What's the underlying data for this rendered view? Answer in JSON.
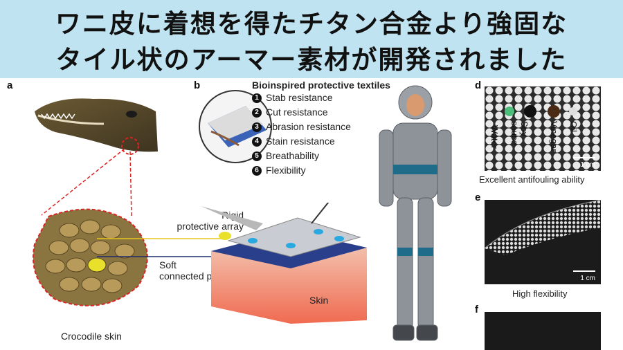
{
  "banner": {
    "line1": "ワニ皮に着想を得たチタン合金より強固な",
    "line2": "タイル状のアーマー素材が開発されました",
    "background": "#bfe3f0"
  },
  "figure": {
    "panel_labels": {
      "a": "a",
      "b": "b",
      "d": "d",
      "e": "e",
      "f": "f"
    },
    "crocodile_caption": "Crocodile skin",
    "rigid_label_line1": "Rigid",
    "rigid_label_line2": "protective array",
    "soft_label_line1": "Soft",
    "soft_label_line2": "connected part",
    "skin_label": "Skin",
    "textiles": {
      "title": "Bioinspired protective textiles",
      "items": [
        {
          "num": "1",
          "label": "Stab resistance"
        },
        {
          "num": "2",
          "label": "Cut  resistance"
        },
        {
          "num": "3",
          "label": "Abrasion resistance"
        },
        {
          "num": "4",
          "label": "Stain resistance"
        },
        {
          "num": "5",
          "label": "Breathability"
        },
        {
          "num": "6",
          "label": "Flexibility"
        }
      ]
    },
    "panel_d": {
      "drops": [
        "Water",
        "Soy sauce",
        "Vinegar",
        "Oil"
      ],
      "drop_soy_line1": "Soy",
      "drop_soy_line2": "sauce",
      "scale": "1 cm",
      "caption": "Excellent antifouling ability"
    },
    "panel_e": {
      "scale": "1 cm",
      "caption": "High flexibility"
    }
  }
}
